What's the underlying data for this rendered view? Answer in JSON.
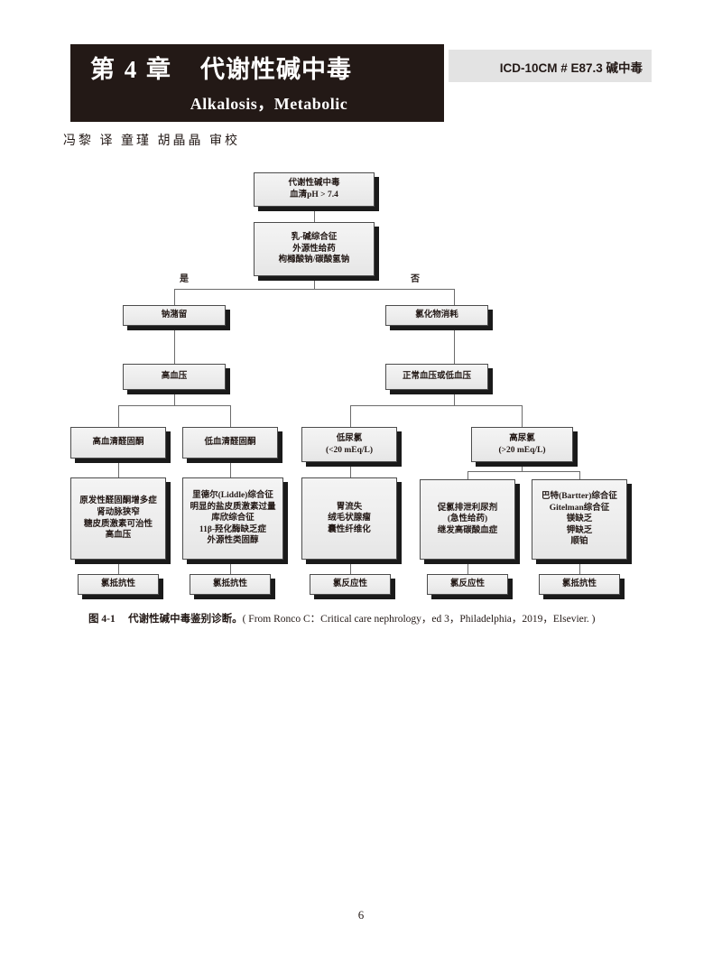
{
  "header": {
    "chapter_label": "第 4 章",
    "chapter_title_cn": "代谢性碱中毒",
    "chapter_title_en": "Alkalosis，Metabolic",
    "icd_code": "ICD-10CM # E87.3 碱中毒",
    "credits": "冯黎  译  童瑾  胡晶晶  审校"
  },
  "figure": {
    "caption_number": "图 4-1",
    "caption_title": "代谢性碱中毒鉴别诊断。",
    "caption_source": "( From Ronco C：Critical care nephrology，ed 3，Philadelphia，2019，Elsevier. )"
  },
  "page_number": "6",
  "chart_data": {
    "type": "diagram",
    "title": "代谢性碱中毒鉴别诊断",
    "branch_labels": {
      "yes": "是",
      "no": "否"
    },
    "nodes": [
      {
        "id": "root",
        "text": "代谢性碱中毒\n血清pH > 7.4"
      },
      {
        "id": "milk_alkali",
        "text": "乳-碱综合征\n外源性给药\n枸橼酸钠/碳酸氢钠"
      },
      {
        "id": "na_retain",
        "text": "钠潴留"
      },
      {
        "id": "cl_deplete",
        "text": "氯化物消耗"
      },
      {
        "id": "htn",
        "text": "高血压"
      },
      {
        "id": "normal_bp",
        "text": "正常血压或低血压"
      },
      {
        "id": "high_aldo",
        "text": "高血清醛固酮"
      },
      {
        "id": "low_aldo",
        "text": "低血清醛固酮"
      },
      {
        "id": "low_ucl",
        "text": "低尿氯\n(<20 mEq/L)"
      },
      {
        "id": "high_ucl",
        "text": "高尿氯\n(>20 mEq/L)"
      },
      {
        "id": "detail1",
        "text": "原发性醛固酮增多症\n肾动脉狭窄\n糖皮质激素可治性\n高血压"
      },
      {
        "id": "detail2",
        "text": "里德尔(Liddle)综合征\n明显的盐皮质激素过量\n库欣综合征\n11β-羟化酶缺乏症\n外源性类固醇"
      },
      {
        "id": "detail3",
        "text": "胃流失\n绒毛状腺瘤\n囊性纤维化"
      },
      {
        "id": "detail4",
        "text": "促氯排泄利尿剂\n(急性给药)\n继发高碳酸血症"
      },
      {
        "id": "detail5",
        "text": "巴特(Bartter)综合征\nGitelman综合征\n镁缺乏\n钾缺乏\n顺铂"
      },
      {
        "id": "out1",
        "text": "氯抵抗性"
      },
      {
        "id": "out2",
        "text": "氯抵抗性"
      },
      {
        "id": "out3",
        "text": "氯反应性"
      },
      {
        "id": "out4",
        "text": "氯反应性"
      },
      {
        "id": "out5",
        "text": "氯抵抗性"
      }
    ]
  },
  "colors": {
    "header_band": "#231916",
    "icd_band": "#e3e3e3",
    "node_fill": "#ededed",
    "node_border": "#4c4c4c",
    "node_shadow": "#1a1a1a",
    "edge": "#6b6b6b"
  }
}
